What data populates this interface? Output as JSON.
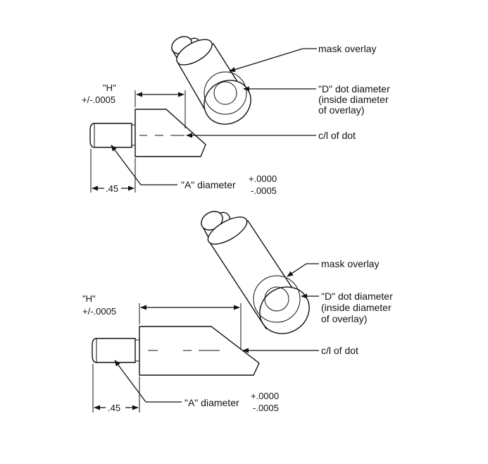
{
  "figures": [
    {
      "mask_overlay": "mask overlay",
      "d_dot_lines": [
        "\"D\" dot diameter",
        "(inside diameter",
        "of overlay)"
      ],
      "h_label": "\"H\"",
      "h_tol": "+/-.0005",
      "cl_of_dot": "c/l of dot",
      "dim_45": ".45",
      "a_diameter": "\"A\" diameter",
      "a_tol_plus": "+.0000",
      "a_tol_minus": "-.0005"
    },
    {
      "mask_overlay": "mask overlay",
      "d_dot_lines": [
        "\"D\" dot diameter",
        "(inside diameter",
        "of overlay)"
      ],
      "h_label": "\"H\"",
      "h_tol": "+/-.0005",
      "cl_of_dot": "c/l of dot",
      "dim_45": ".45",
      "a_diameter": "\"A\" diameter",
      "a_tol_plus": "+.0000",
      "a_tol_minus": "-.0005"
    }
  ]
}
